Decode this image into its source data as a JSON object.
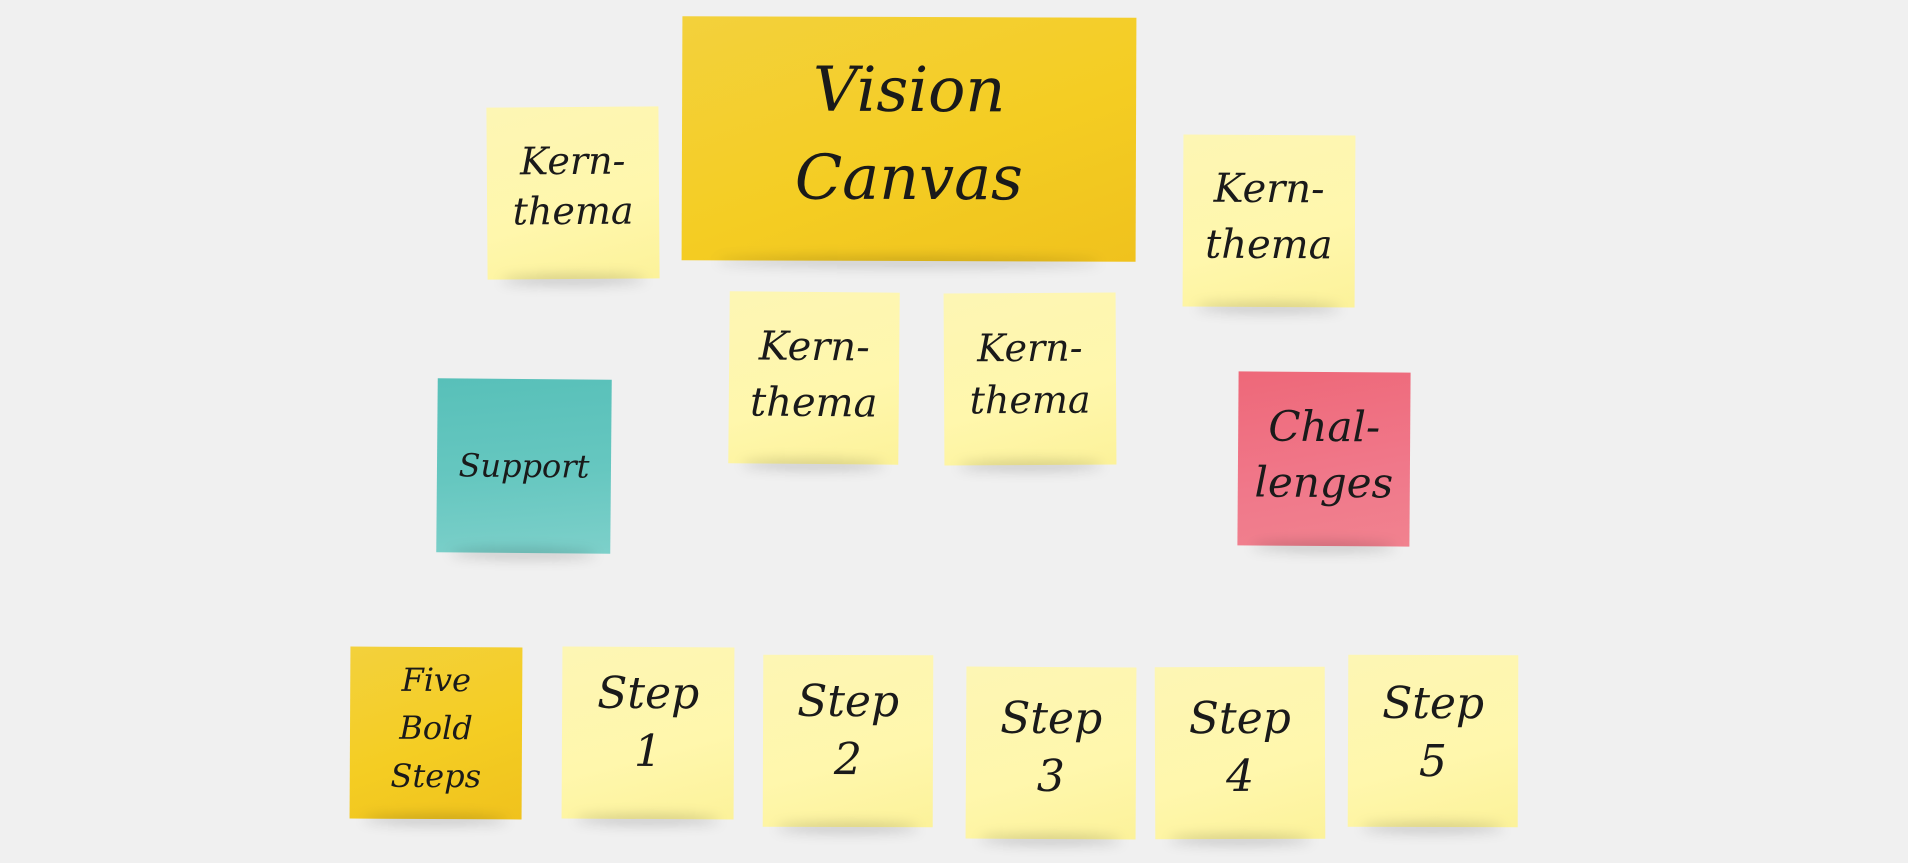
{
  "board": {
    "colors": {
      "background": "#f0f0f0",
      "light_yellow": "#fff7ac",
      "dark_yellow": "#f4cd23",
      "teal": "#66c7c0",
      "pink": "#f0788a"
    },
    "notes": {
      "vision": {
        "lines": [
          "Vision",
          "Canvas"
        ],
        "color": "dark_yellow"
      },
      "kern_1": {
        "lines": [
          "Kern-",
          "thema"
        ],
        "color": "light_yellow"
      },
      "kern_2": {
        "lines": [
          "Kern-",
          "thema"
        ],
        "color": "light_yellow"
      },
      "kern_3": {
        "lines": [
          "Kern-",
          "thema"
        ],
        "color": "light_yellow"
      },
      "kern_4": {
        "lines": [
          "Kern-",
          "thema"
        ],
        "color": "light_yellow"
      },
      "support": {
        "lines": [
          "Support"
        ],
        "color": "teal"
      },
      "challenges": {
        "lines": [
          "Chal-",
          "lenges"
        ],
        "color": "pink"
      },
      "five_bold_steps": {
        "lines": [
          "Five",
          "Bold",
          "Steps"
        ],
        "color": "dark_yellow"
      },
      "step_1": {
        "lines": [
          "Step",
          "1"
        ],
        "color": "light_yellow"
      },
      "step_2": {
        "lines": [
          "Step",
          "2"
        ],
        "color": "light_yellow"
      },
      "step_3": {
        "lines": [
          "Step",
          "3"
        ],
        "color": "light_yellow"
      },
      "step_4": {
        "lines": [
          "Step",
          "4"
        ],
        "color": "light_yellow"
      },
      "step_5": {
        "lines": [
          "Step",
          "5"
        ],
        "color": "light_yellow"
      }
    }
  }
}
